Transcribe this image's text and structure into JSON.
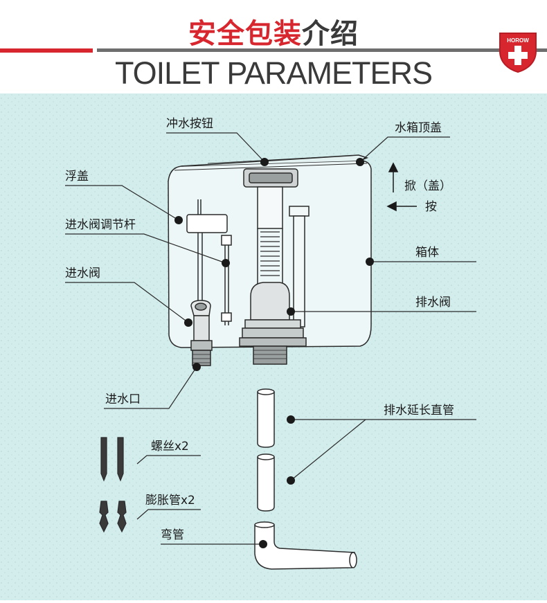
{
  "header": {
    "title_red": "安全包装",
    "title_dark": "介绍",
    "subtitle": "TOILET PARAMETERS",
    "logo_text": "HOROW",
    "accent_color": "#d8262f"
  },
  "labels": {
    "flush_button": "冲水按钮",
    "tank_lid": "水箱顶盖",
    "float_cover": "浮盖",
    "lift_lid": "掀（盖）",
    "press": "按",
    "inlet_adjust_rod": "进水阀调节杆",
    "inlet_valve": "进水阀",
    "tank_body": "箱体",
    "drain_valve": "排水阀",
    "water_inlet": "进水口",
    "drain_extension_pipe": "排水延长直管",
    "screws": "螺丝x2",
    "expansion_tubes": "膨胀管x2",
    "elbow_pipe": "弯管"
  },
  "colors": {
    "panel_background": "#d3ecec",
    "line": "#2a2a2a"
  }
}
